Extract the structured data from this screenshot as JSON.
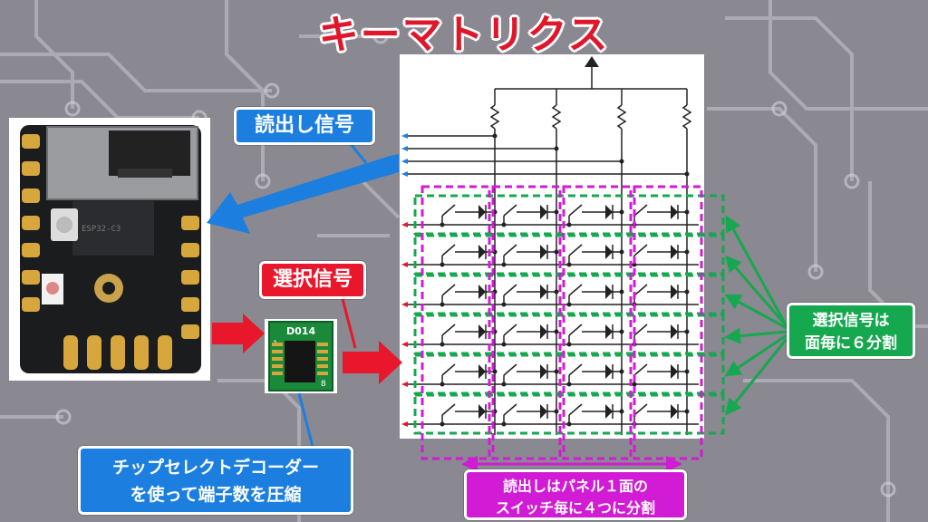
{
  "title": "キーマトリクス",
  "labels": {
    "read_signal": "読出し信号",
    "select_signal": "選択信号",
    "decoder_line1": "チップセレクトデコーダー",
    "decoder_line2": "を使って端子数を圧縮",
    "face_line1": "選択信号は",
    "face_line2": "面毎に６分割",
    "panel_line1": "読出しはパネル１面の",
    "panel_line2": "スイッチ毎に４つに分割"
  },
  "chip": {
    "marking": "D014",
    "pin1": "1",
    "pin8": "8"
  },
  "board": {
    "module_text": "ESP32-C3"
  },
  "matrix": {
    "rows": 6,
    "cols": 4
  },
  "colors": {
    "title": "#e0162b",
    "read_blue": "#1c7fe0",
    "select_red": "#e8172b",
    "face_green": "#16a84e",
    "panel_magenta": "#d21bd5"
  }
}
